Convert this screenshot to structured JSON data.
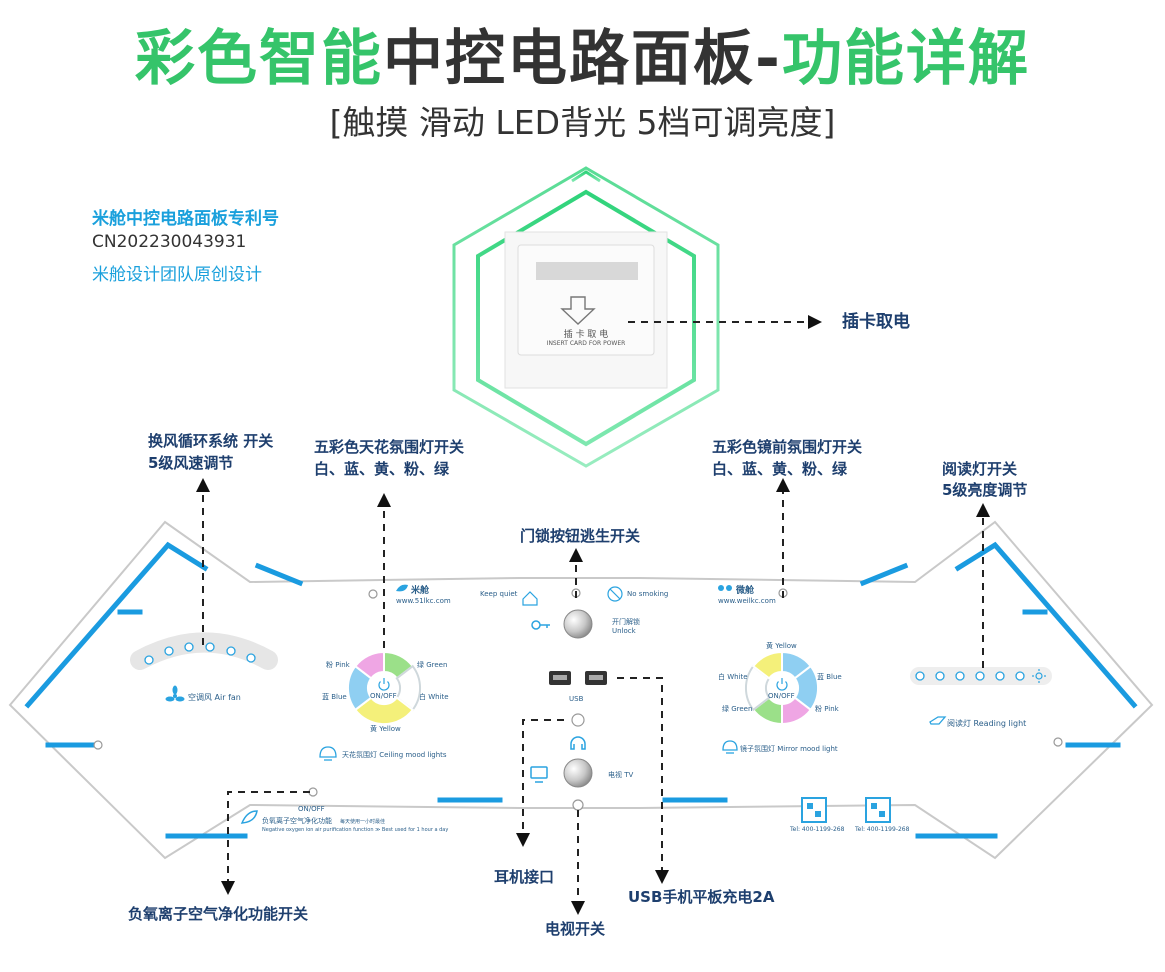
{
  "title": {
    "green1": "彩色智能",
    "dark": "中控电路面板-",
    "green2": "功能详解"
  },
  "subtitle": "[触摸 滑动 LED背光 5档可调亮度]",
  "patent": {
    "heading": "米舱中控电路面板专利号",
    "number": "CN202230043931",
    "note": "米舱设计团队原创设计"
  },
  "callouts": {
    "card_power": "插卡取电",
    "fan": [
      "换风循环系统 开关",
      "5级风速调节"
    ],
    "ceiling_light": [
      "五彩色天花氛围灯开关",
      "白、蓝、黄、粉、绿"
    ],
    "door": "门锁按钮逃生开关",
    "mirror_light": [
      "五彩色镜前氛围灯开关",
      "白、蓝、黄、粉、绿"
    ],
    "reading": [
      "阅读灯开关",
      "5级亮度调节"
    ],
    "earphone": "耳机接口",
    "usb": "USB手机平板充电2A",
    "tv": "电视开关",
    "ion": "负氧离子空气净化功能开关"
  },
  "card": {
    "cn": "插 卡 取 电",
    "en": "INSERT CARD FOR POWER"
  },
  "panel": {
    "brand_left": "米舱",
    "url_left": "www.51lkc.com",
    "brand_right": "微舱",
    "url_right": "www.weilkc.com",
    "keep_quiet": "Keep quiet",
    "no_smoking": "No smoking",
    "unlock_cn": "开门解锁",
    "unlock_en": "Unlock",
    "usb": "USB",
    "tv": "电视 TV",
    "air_fan": "空调风 Air fan",
    "ceiling": "天花氛围灯 Ceiling mood lights",
    "mirror": "镜子氛围灯 Mirror mood light",
    "reading": "阅读灯 Reading light",
    "onoff": "ON/OFF",
    "ion_title": "负氧离子空气净化功能",
    "ion_note": "每天使用一小时最佳",
    "ion_en": "Negative oxygen ion air purification function  ≫ Best used for 1 hour a day",
    "tel1": "Tel: 400-1199-268",
    "tel2": "Tel: 400-1199-268",
    "ring_left": {
      "pink": "粉 Pink",
      "green": "绿 Green",
      "blue": "蓝 Blue",
      "white": "白 White",
      "yellow": "黄 Yellow"
    },
    "ring_right": {
      "yellow": "黄 Yellow",
      "white": "白 White",
      "blue": "蓝 Blue",
      "green": "绿 Green",
      "pink": "粉 Pink"
    }
  },
  "colors": {
    "accent_green": "#35c46a",
    "panel_blue": "#1a9be0",
    "label_navy": "#1e3f6e"
  }
}
